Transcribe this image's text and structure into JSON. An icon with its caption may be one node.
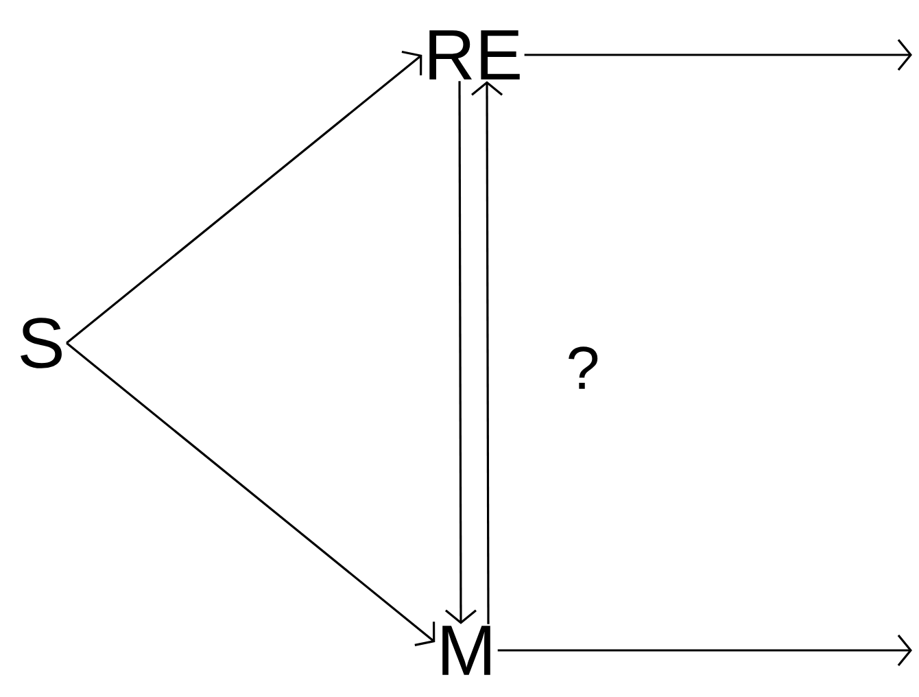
{
  "diagram": {
    "nodes": [
      {
        "text": [
          "S"
        ]
      },
      {
        "text": [
          "RE"
        ]
      },
      {
        "text": [
          "M"
        ]
      }
    ],
    "edges": [
      {
        "from": 0,
        "to": 1,
        "arrow": "to"
      },
      {
        "from": 0,
        "to": 2,
        "arrow": "to"
      },
      {
        "from": 1,
        "to": 2,
        "arrow": "to"
      },
      {
        "from": 2,
        "to": 1,
        "arrow": "to"
      },
      {
        "from": 1,
        "to": null,
        "arrow": "to"
      },
      {
        "from": 2,
        "to": null,
        "arrow": "to"
      }
    ],
    "labels": [
      "?"
    ]
  }
}
